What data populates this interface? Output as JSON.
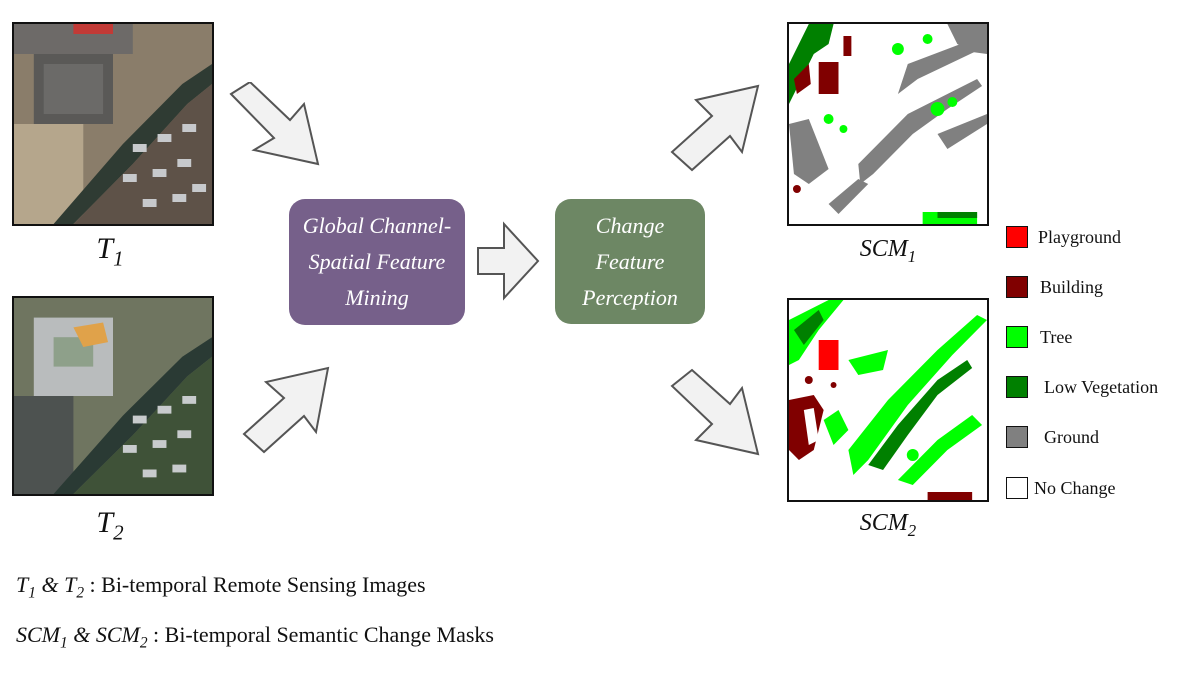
{
  "images": {
    "t1": {
      "symbol": "T",
      "sub": "1"
    },
    "t2": {
      "symbol": "T",
      "sub": "2"
    },
    "scm1": {
      "symbol": "SCM",
      "sub": "1"
    },
    "scm2": {
      "symbol": "SCM",
      "sub": "2"
    }
  },
  "modules": {
    "global": {
      "text": "Global Channel-\nSpatial Feature\nMining",
      "color": "#76608a"
    },
    "change": {
      "text": "Change\nFeature\nPerception",
      "color": "#6d8764"
    }
  },
  "legend": [
    {
      "label": "Playground",
      "color": "#ff0000"
    },
    {
      "label": "Building",
      "color": "#800000"
    },
    {
      "label": "Tree",
      "color": "#00ff00"
    },
    {
      "label": "Low Vegetation",
      "color": "#008000"
    },
    {
      "label": "Ground",
      "color": "#808080"
    },
    {
      "label": "No Change",
      "color": "#ffffff"
    }
  ],
  "footnotes": {
    "line1": {
      "a": "T",
      "a_sub": "1",
      "amp": " & ",
      "b": "T",
      "b_sub": "2",
      "text": " : Bi-temporal Remote Sensing Images"
    },
    "line2": {
      "a": "SCM",
      "a_sub": "1",
      "amp": " & ",
      "b": "SCM",
      "b_sub": "2",
      "text": " : Bi-temporal Semantic Change Masks"
    }
  }
}
